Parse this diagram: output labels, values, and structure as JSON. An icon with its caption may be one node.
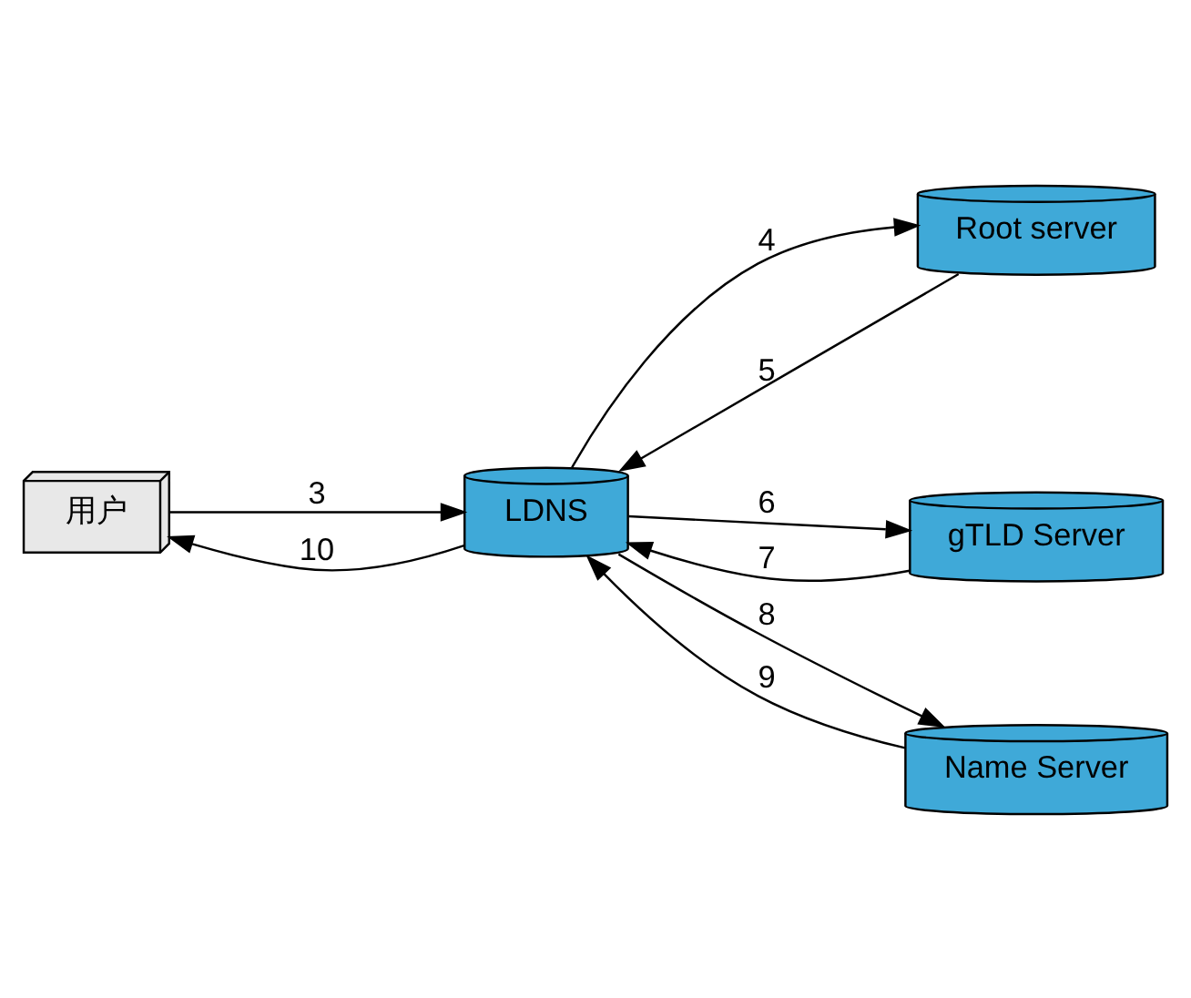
{
  "diagram": {
    "nodes": [
      {
        "text": [
          "用户"
        ]
      },
      {
        "text": [
          "LDNS"
        ]
      },
      {
        "text": [
          "Root server"
        ]
      },
      {
        "text": [
          "gTLD Server"
        ]
      },
      {
        "text": [
          "Name Server"
        ]
      }
    ],
    "edges": [
      {
        "from": 0,
        "to": 1,
        "arrow": "to",
        "label": "3"
      },
      {
        "from": 1,
        "to": 0,
        "arrow": "to",
        "label": "10"
      },
      {
        "from": 1,
        "to": 2,
        "arrow": "to",
        "label": "4"
      },
      {
        "from": 2,
        "to": 1,
        "arrow": "to",
        "label": "5"
      },
      {
        "from": 1,
        "to": 3,
        "arrow": "to",
        "label": "6"
      },
      {
        "from": 3,
        "to": 1,
        "arrow": "to",
        "label": "7"
      },
      {
        "from": 1,
        "to": 4,
        "arrow": "to",
        "label": "8"
      },
      {
        "from": 4,
        "to": 1,
        "arrow": "to",
        "label": "9"
      }
    ]
  }
}
